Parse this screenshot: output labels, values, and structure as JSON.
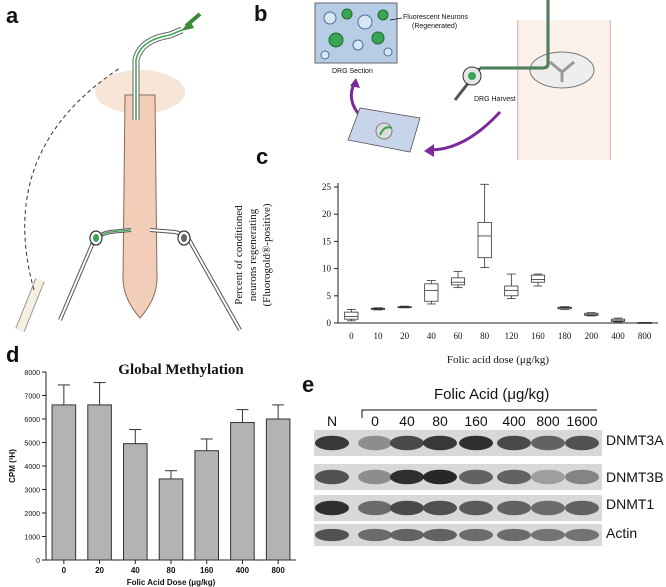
{
  "panels": {
    "a": "a",
    "b": "b",
    "c": "c",
    "d": "d",
    "e": "e"
  },
  "panel_b": {
    "dish_labels": [
      "Fluorescent Neurons",
      "(Regenerated)"
    ],
    "section_label": "DRG Section",
    "harvest_label": "DRG Harvest"
  },
  "chart_data": [
    {
      "type": "box",
      "panel": "c",
      "xlabel": "Folic acid dose (μg/kg)",
      "ylabel_lines": [
        "Percent of conditioned",
        "neurons regenerating",
        "(Fluorogold®-positive)"
      ],
      "ylim": [
        0,
        25
      ],
      "yticks": [
        0,
        5,
        10,
        15,
        20,
        25
      ],
      "grid": false,
      "categories": [
        "0",
        "10",
        "20",
        "40",
        "60",
        "80",
        "120",
        "160",
        "180",
        "200",
        "400",
        "800"
      ],
      "boxes": [
        {
          "min": 0.4,
          "q1": 0.7,
          "median": 1.2,
          "q3": 2.0,
          "max": 2.5
        },
        {
          "min": 2.4,
          "q1": 2.5,
          "median": 2.6,
          "q3": 2.7,
          "max": 2.8
        },
        {
          "min": 2.8,
          "q1": 2.85,
          "median": 2.9,
          "q3": 3.0,
          "max": 3.1
        },
        {
          "min": 3.5,
          "q1": 4.0,
          "median": 6.0,
          "q3": 7.2,
          "max": 7.8
        },
        {
          "min": 6.5,
          "q1": 7.0,
          "median": 7.5,
          "q3": 8.3,
          "max": 9.5
        },
        {
          "min": 10.2,
          "q1": 12.0,
          "median": 16.0,
          "q3": 18.5,
          "max": 25.5
        },
        {
          "min": 4.5,
          "q1": 5.0,
          "median": 6.0,
          "q3": 6.8,
          "max": 9.0
        },
        {
          "min": 6.8,
          "q1": 7.5,
          "median": 8.0,
          "q3": 8.8,
          "max": 9.0
        },
        {
          "min": 2.5,
          "q1": 2.6,
          "median": 2.8,
          "q3": 2.9,
          "max": 3.0
        },
        {
          "min": 1.3,
          "q1": 1.4,
          "median": 1.6,
          "q3": 1.8,
          "max": 1.9
        },
        {
          "min": 0.2,
          "q1": 0.3,
          "median": 0.4,
          "q3": 0.7,
          "max": 0.9
        },
        {
          "min": 0.0,
          "q1": 0.0,
          "median": 0.05,
          "q3": 0.1,
          "max": 0.1
        }
      ]
    },
    {
      "type": "bar",
      "panel": "d",
      "title": "Global Methylation",
      "xlabel": "Folic Acid Dose (μg/kg)",
      "ylabel": "CPM (³H)",
      "ylim": [
        0,
        8000
      ],
      "yticks": [
        0,
        1000,
        2000,
        3000,
        4000,
        5000,
        6000,
        7000,
        8000
      ],
      "grid": false,
      "categories": [
        "0",
        "20",
        "40",
        "80",
        "160",
        "400",
        "800"
      ],
      "values": [
        6600,
        6600,
        4950,
        3450,
        4650,
        5850,
        6000
      ],
      "errors": [
        850,
        950,
        600,
        350,
        500,
        550,
        600
      ]
    }
  ],
  "panel_e": {
    "header": "Folic Acid (μg/kg)",
    "lanes": [
      "N",
      "0",
      "40",
      "80",
      "160",
      "400",
      "800",
      "1600"
    ],
    "rows": [
      "DNMT3A",
      "DNMT3B",
      "DNMT1",
      "Actin"
    ]
  }
}
